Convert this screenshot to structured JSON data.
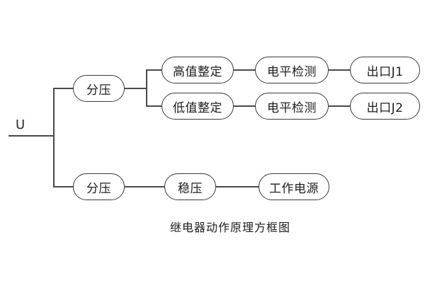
{
  "diagram": {
    "caption": "继电器动作原理方框图",
    "input": {
      "label": "U"
    },
    "colors": {
      "background": "#ffffff",
      "wire": "#4a4a4a",
      "node_border": "#3a3a3a",
      "node_fill": "#ffffff",
      "text": "#1d1d1d"
    },
    "nodes": [
      {
        "id": "divider-top",
        "label": "分压"
      },
      {
        "id": "high-set",
        "label": "高值整定"
      },
      {
        "id": "low-set",
        "label": "低值整定"
      },
      {
        "id": "level-detect-1",
        "label": "电平检测"
      },
      {
        "id": "level-detect-2",
        "label": "电平检测"
      },
      {
        "id": "output-j1",
        "label": "出口J1"
      },
      {
        "id": "output-j2",
        "label": "出口J2"
      },
      {
        "id": "divider-bottom",
        "label": "分压"
      },
      {
        "id": "regulator",
        "label": "稳压"
      },
      {
        "id": "power-supply",
        "label": "工作电源"
      }
    ]
  }
}
